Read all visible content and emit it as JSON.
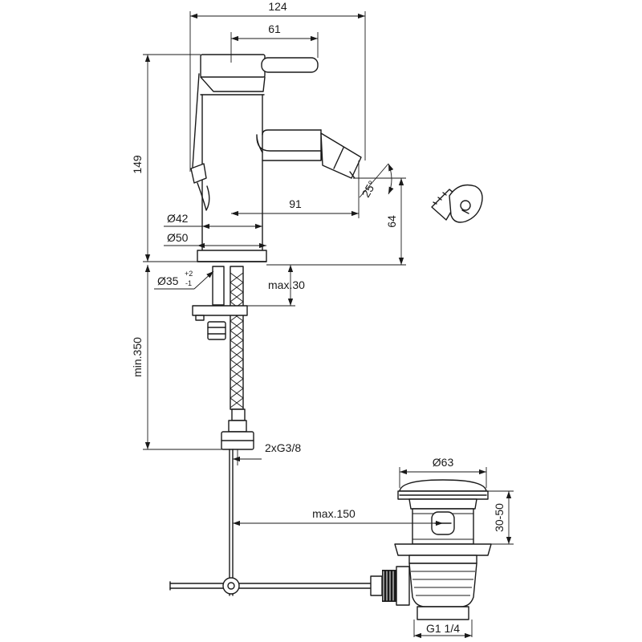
{
  "dimensions": {
    "overall_width": "124",
    "lever_length": "61",
    "height": "149",
    "spout_reach": "91",
    "spout_angle": "25°",
    "spout_height": "64",
    "diameter_body": "Ø42",
    "diameter_base": "Ø50",
    "hole_diameter": "Ø35",
    "hole_tol_plus": "+2",
    "hole_tol_minus": "-1",
    "max_deck": "max.30",
    "min_hose": "min.350",
    "connections": "2xG3/8",
    "waste_diameter": "Ø63",
    "waste_height": "30-50",
    "rod_reach": "max.150",
    "waste_thread": "G1 1/4"
  }
}
